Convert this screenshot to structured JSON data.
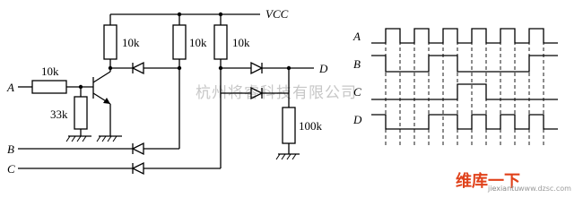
{
  "circuit": {
    "vcc_label": "VCC",
    "inputs": [
      "A",
      "B",
      "C"
    ],
    "output": "D",
    "resistors": {
      "r_input": "10k",
      "r_base": "33k",
      "r_pullup_1": "10k",
      "r_pullup_2": "10k",
      "r_pullup_3": "10k",
      "r_load": "100k"
    }
  },
  "timing": {
    "signals": [
      "A",
      "B",
      "C",
      "D"
    ],
    "dashed_gridlines": 12
  },
  "watermark": {
    "center_text": "杭州将睿科技有限公司",
    "logo_text": "维库一下",
    "logo_sub": "jiexiantu",
    "site": "www.dzsc.com"
  }
}
